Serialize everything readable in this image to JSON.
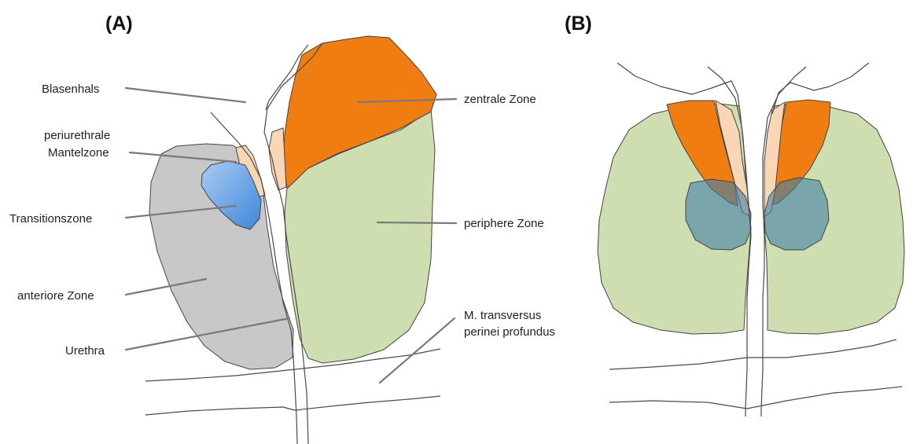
{
  "panels": {
    "a_label": "(A)",
    "b_label": "(B)"
  },
  "callouts": {
    "blasenhals": "Blasenhals",
    "periurethrale_line1": "periurethrale",
    "periurethrale_line2": "Mantelzone",
    "transitionszone": "Transitionszone",
    "anteriore_zone": "anteriore Zone",
    "urethra": "Urethra",
    "zentrale_zone": "zentrale Zone",
    "periphere_zone": "periphere Zone",
    "transversus_line1": "M. transversus",
    "transversus_line2": "perinei profundus"
  },
  "colors": {
    "zentrale_zone": "#f07d12",
    "periphere_zone": "#cfdeb0",
    "anteriore_zone": "#c8c8c8",
    "periurethrale_mantelzone": "#f9d6b5",
    "transitionszone": "#5a9be0",
    "transitionszone_overlay": "#3f7fa8",
    "outline": "#4a4a4a",
    "leader_line": "#7a7a7a"
  }
}
